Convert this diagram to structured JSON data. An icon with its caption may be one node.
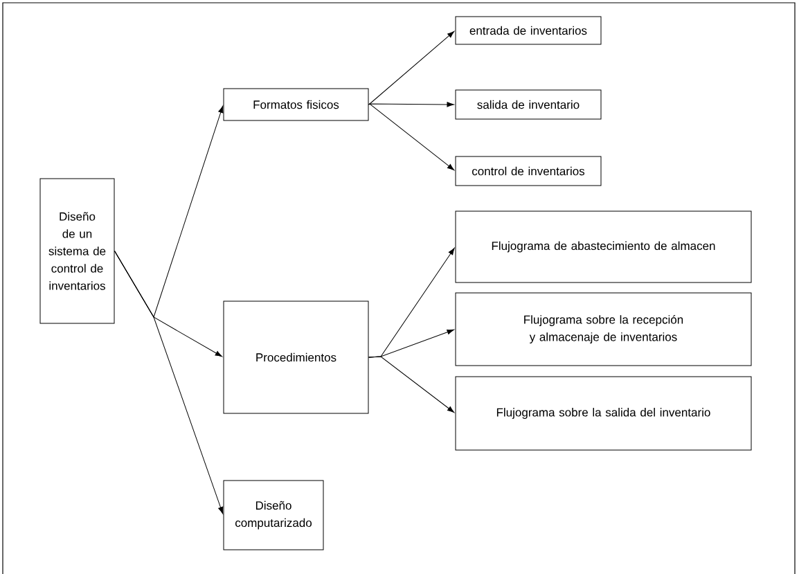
{
  "diagram": {
    "nodes": [
      {
        "text": [
          "Diseño de un sistema de control de inventarios"
        ]
      },
      {
        "text": [
          "Formatos fisicos"
        ]
      },
      {
        "text": [
          "entrada de inventarios"
        ]
      },
      {
        "text": [
          "salida de inventario"
        ]
      },
      {
        "text": [
          "control de inventarios"
        ]
      },
      {
        "text": [
          "Procedimientos"
        ]
      },
      {
        "text": [
          "Flujograma de abastecimiento de almacen"
        ]
      },
      {
        "text": [
          "Flujograma sobre la recepción y almacenaje de inventarios"
        ]
      },
      {
        "text": [
          "Flujograma sobre la salida del inventario"
        ]
      },
      {
        "text": [
          "Diseño computarizado"
        ]
      }
    ],
    "edges": [
      {
        "from": 0,
        "to": 1,
        "arrow": "to"
      },
      {
        "from": 0,
        "to": 5,
        "arrow": "to"
      },
      {
        "from": 0,
        "to": 9,
        "arrow": "to"
      },
      {
        "from": 1,
        "to": 2,
        "arrow": "to"
      },
      {
        "from": 1,
        "to": 3,
        "arrow": "to"
      },
      {
        "from": 1,
        "to": 4,
        "arrow": "to"
      },
      {
        "from": 5,
        "to": 6,
        "arrow": "to"
      },
      {
        "from": 5,
        "to": 7,
        "arrow": "to"
      },
      {
        "from": 5,
        "to": 8,
        "arrow": "to"
      }
    ]
  }
}
